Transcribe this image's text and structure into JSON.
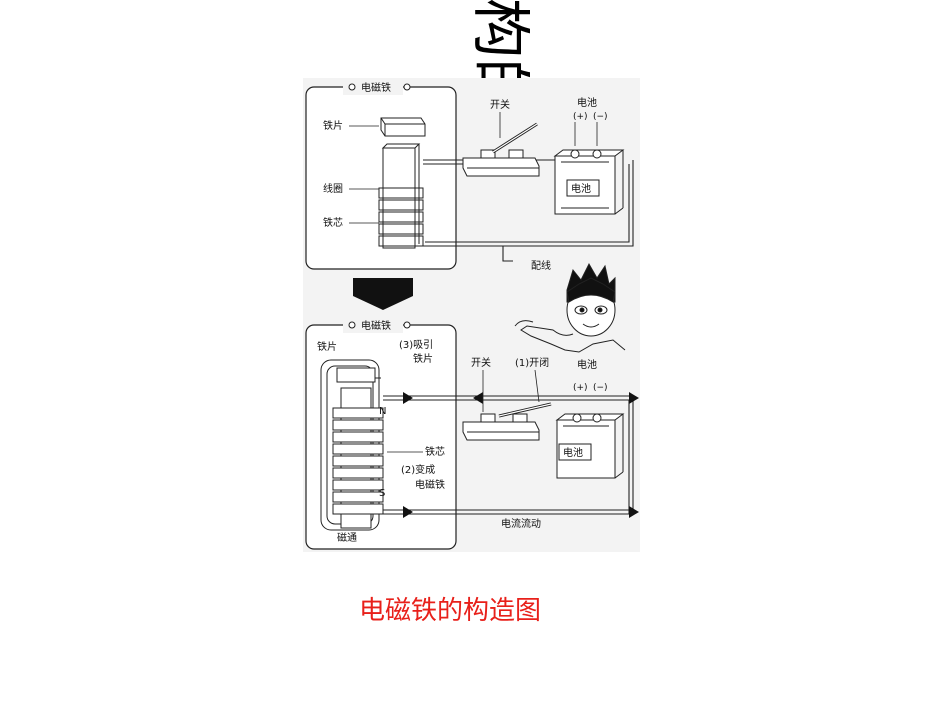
{
  "slide": {
    "top_fragment": "构的",
    "caption": "电磁铁的构造图"
  },
  "diagram": {
    "top": {
      "title": "电磁铁",
      "iron_plate": "铁片",
      "coil": "线圈",
      "iron_core": "铁芯",
      "switch": "开关",
      "battery": "电池",
      "battery_label": "电池",
      "plus": "(+)",
      "minus": "(−)",
      "wire": "配线"
    },
    "bottom": {
      "title": "电磁铁",
      "iron_plate": "铁片",
      "attract_line1": "(3)吸引",
      "attract_line2": "铁片",
      "switch": "开关",
      "open_close": "(1)开闭",
      "battery": "电池",
      "battery_label": "电池",
      "plus": "(+)",
      "minus": "(−)",
      "north": "N",
      "south": "S",
      "iron_core": "铁芯",
      "become_line1": "(2)变成",
      "become_line2": "电磁铁",
      "current_flow": "电流流动",
      "magnetic_flux": "磁通"
    }
  }
}
